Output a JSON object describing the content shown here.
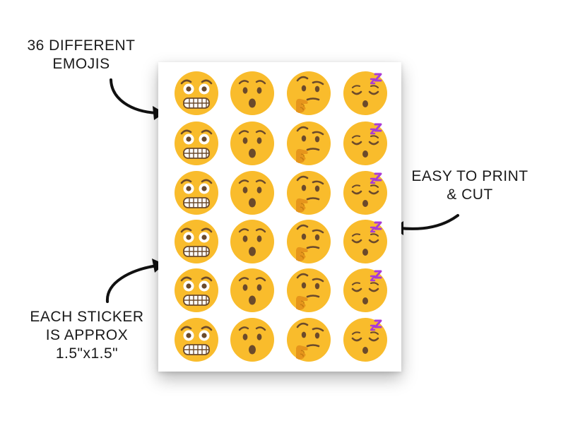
{
  "callouts": {
    "emojis_line1": "36 DIFFERENT",
    "emojis_line2": "EMOJIS",
    "print_line1": "EASY TO PRINT",
    "print_line2": "& CUT",
    "size_line1": "EACH STICKER",
    "size_line2": "IS APPROX",
    "size_line3": "1.5\"x1.5\""
  },
  "sheet": {
    "columns": [
      "grimacing-face-icon",
      "hushed-face-icon",
      "thinking-face-icon",
      "sleeping-face-icon"
    ],
    "row_count": 6
  },
  "colors": {
    "face": "#F9BC2C",
    "face_shade": "#F0AE1C",
    "feature": "#6B4A2B",
    "zzz": "#A83BD6",
    "hand": "#E6951C",
    "text": "#1a1a1a"
  }
}
